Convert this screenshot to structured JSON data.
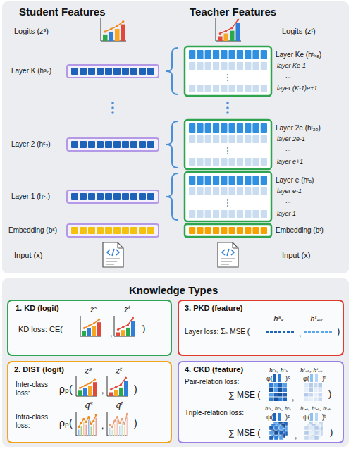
{
  "diagram": {
    "nodes": [
      {
        "text": [
          "Student Features",
          "Teacher Features"
        ]
      },
      {
        "text": [
          "Knowledge Types"
        ]
      },
      {
        "text": [
          "1. KD (logit)",
          "zˢ",
          "zᵗ",
          "KD loss: CE(",
          ",",
          ")"
        ],
        "in": 1
      },
      {
        "text": [
          "3. PKD (feature)",
          "Layer loss: Σₖ MSE (",
          "hˢₖ",
          "hᵗₑₖ",
          ",",
          ")"
        ],
        "in": 1
      },
      {
        "text": [
          "2. DIST (logit)",
          "Inter-class loss:",
          "ρₚ(",
          "zˢ",
          "zᵗ",
          ",",
          ")",
          "Intra-class loss:",
          "ρₚ(",
          "qˢ",
          "qᵗ",
          ",",
          ")"
        ],
        "in": 1
      },
      {
        "text": [
          "4. CKD (feature)",
          "Pair-relation loss:",
          "hˢₖ, hˢₖ",
          "φ(",
          ")ˢ",
          "hᵗₑₖ, hᵗₑₖ",
          "φ(",
          ")ᵗ",
          "∑ MSE (",
          ",",
          ")",
          "Triple-relation loss:",
          "hˢₖ, hˢₖ, hˢₖ",
          "ψ(",
          ")ˢ",
          "hᵗₑₖ, hᵗₑₖ, hᵗₑₖ",
          "ψ(",
          ")ᵗ",
          "∑ MSE (",
          ",",
          ")"
        ],
        "in": 1
      }
    ],
    "labels": [
      "Logits (zˢ)",
      "Logits (zᵗ)",
      "Layer K (hˢₖ)",
      "Layer Ke (hᵗₖₑ)",
      "layer Ke-1",
      "...",
      "layer (K-1)e+1",
      "Layer 2 (hˢ₂)",
      "Layer 2e (hᵗ₂ₑ)",
      "layer 2e-1",
      "...",
      "layer e+1",
      "Layer 1 (hˢ₁)",
      "Layer e (hᵗₑ)",
      "layer e-1",
      "...",
      "layer 1",
      "Embedding (bˢ)",
      "Embedding (bᵗ)",
      "Input (x)",
      "Input (x)"
    ]
  }
}
